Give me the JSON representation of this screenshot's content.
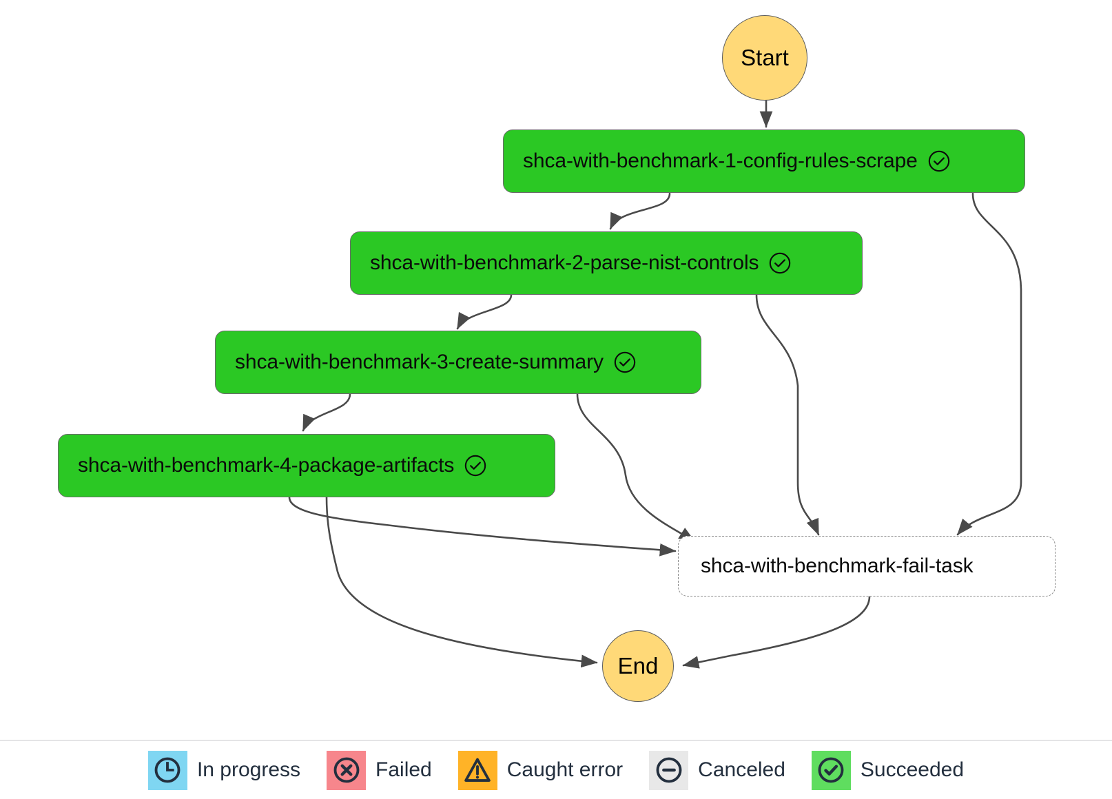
{
  "diagram": {
    "type": "state-machine-graph",
    "background_color": "#ffffff",
    "node_success_color": "#2bc824",
    "terminal_color": "#ffd978",
    "edge_color": "#4a4a4a",
    "nodes": [
      {
        "id": "start",
        "label": "Start",
        "kind": "terminal",
        "status": "none"
      },
      {
        "id": "t1",
        "label": "shca-with-benchmark-1-config-rules-scrape",
        "kind": "task",
        "status": "succeeded",
        "icon": "check-circle-icon"
      },
      {
        "id": "t2",
        "label": "shca-with-benchmark-2-parse-nist-controls",
        "kind": "task",
        "status": "succeeded",
        "icon": "check-circle-icon"
      },
      {
        "id": "t3",
        "label": "shca-with-benchmark-3-create-summary",
        "kind": "task",
        "status": "succeeded",
        "icon": "check-circle-icon"
      },
      {
        "id": "t4",
        "label": "shca-with-benchmark-4-package-artifacts",
        "kind": "task",
        "status": "succeeded",
        "icon": "check-circle-icon"
      },
      {
        "id": "fail",
        "label": "shca-with-benchmark-fail-task",
        "kind": "task-dashed",
        "status": "not-run",
        "icon": "none"
      },
      {
        "id": "end",
        "label": "End",
        "kind": "terminal",
        "status": "none"
      }
    ],
    "edges": [
      {
        "from": "start",
        "to": "t1"
      },
      {
        "from": "t1",
        "to": "t2"
      },
      {
        "from": "t1",
        "to": "fail"
      },
      {
        "from": "t2",
        "to": "t3"
      },
      {
        "from": "t2",
        "to": "fail"
      },
      {
        "from": "t3",
        "to": "t4"
      },
      {
        "from": "t3",
        "to": "fail"
      },
      {
        "from": "t4",
        "to": "fail"
      },
      {
        "from": "t4",
        "to": "end"
      },
      {
        "from": "fail",
        "to": "end"
      }
    ]
  },
  "legend": {
    "items": [
      {
        "label": "In progress",
        "icon": "clock-icon",
        "swatch_color": "#7fd6f2"
      },
      {
        "label": "Failed",
        "icon": "x-circle-icon",
        "swatch_color": "#f7868c"
      },
      {
        "label": "Caught error",
        "icon": "warning-triangle-icon",
        "swatch_color": "#ffb327"
      },
      {
        "label": "Canceled",
        "icon": "minus-circle-icon",
        "swatch_color": "#e8e8e8"
      },
      {
        "label": "Succeeded",
        "icon": "check-circle-icon",
        "swatch_color": "#5fdd5f"
      }
    ]
  }
}
